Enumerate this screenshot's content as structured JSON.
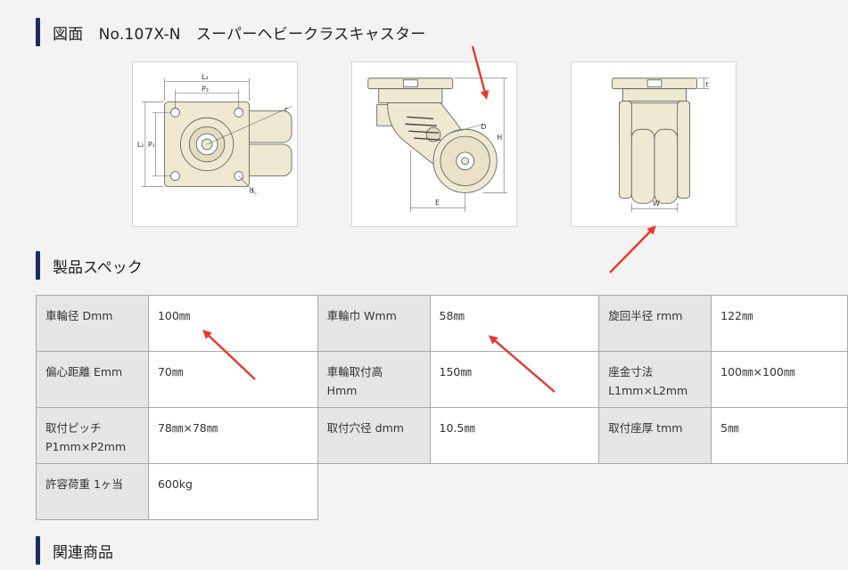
{
  "headings": {
    "drawing": "図面　No.107X-N　スーパーヘビークラスキャスター",
    "spec": "製品スペック",
    "related": "関連商品"
  },
  "drawing_labels": {
    "top": {
      "l2": "L₂",
      "p2": "P₂",
      "l1": "L₁",
      "p1": "P₁",
      "r": "r",
      "d_hole": "d"
    },
    "side": {
      "d": "D",
      "h": "H",
      "e": "E"
    },
    "front": {
      "t": "t",
      "w": "W"
    }
  },
  "spec": {
    "rows": [
      [
        {
          "label": "車輪径 Dmm",
          "value": "100㎜"
        },
        {
          "label": "車輪巾 Wmm",
          "value": "58㎜"
        },
        {
          "label": "旋回半径 rmm",
          "value": "122㎜"
        }
      ],
      [
        {
          "label": "偏心距離 Emm",
          "value": "70㎜"
        },
        {
          "label": "車輪取付高\nHmm",
          "value": "150㎜"
        },
        {
          "label": "座金寸法\nL1mm×L2mm",
          "value": "100㎜×100㎜"
        }
      ],
      [
        {
          "label": "取付ピッチ\nP1mm×P2mm",
          "value": "78㎜×78㎜"
        },
        {
          "label": "取付穴径 dmm",
          "value": "10.5㎜"
        },
        {
          "label": "取付座厚 tmm",
          "value": "5㎜"
        }
      ],
      [
        {
          "label": "許容荷重 1ヶ当",
          "value": "600kg"
        }
      ]
    ]
  },
  "colors": {
    "accent_bar": "#1c2d5e",
    "annotation_arrow": "#e8382e",
    "caster_fill": "#efe9d2"
  }
}
